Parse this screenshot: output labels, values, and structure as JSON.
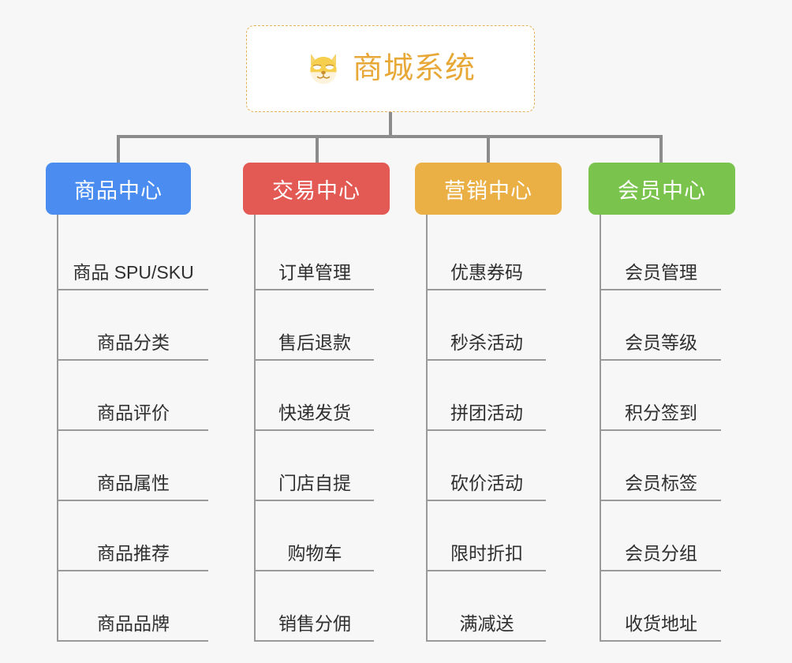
{
  "root": {
    "title": "商城系统",
    "icon": "shiba-dog-icon",
    "text_color": "#e8a838",
    "border_color": "#e5b055"
  },
  "connector_color": "#8c8c8c",
  "background_color": "#f7f7f7",
  "categories": [
    {
      "label": "商品中心",
      "color": "#4a8cf0",
      "items": [
        "商品 SPU/SKU",
        "商品分类",
        "商品评价",
        "商品属性",
        "商品推荐",
        "商品品牌"
      ]
    },
    {
      "label": "交易中心",
      "color": "#e35a55",
      "items": [
        "订单管理",
        "售后退款",
        "快递发货",
        "门店自提",
        "购物车",
        "销售分佣"
      ]
    },
    {
      "label": "营销中心",
      "color": "#eab046",
      "items": [
        "优惠券码",
        "秒杀活动",
        "拼团活动",
        "砍价活动",
        "限时折扣",
        "满减送"
      ]
    },
    {
      "label": "会员中心",
      "color": "#7ac34c",
      "items": [
        "会员管理",
        "会员等级",
        "积分签到",
        "会员标签",
        "会员分组",
        "收货地址"
      ]
    }
  ]
}
